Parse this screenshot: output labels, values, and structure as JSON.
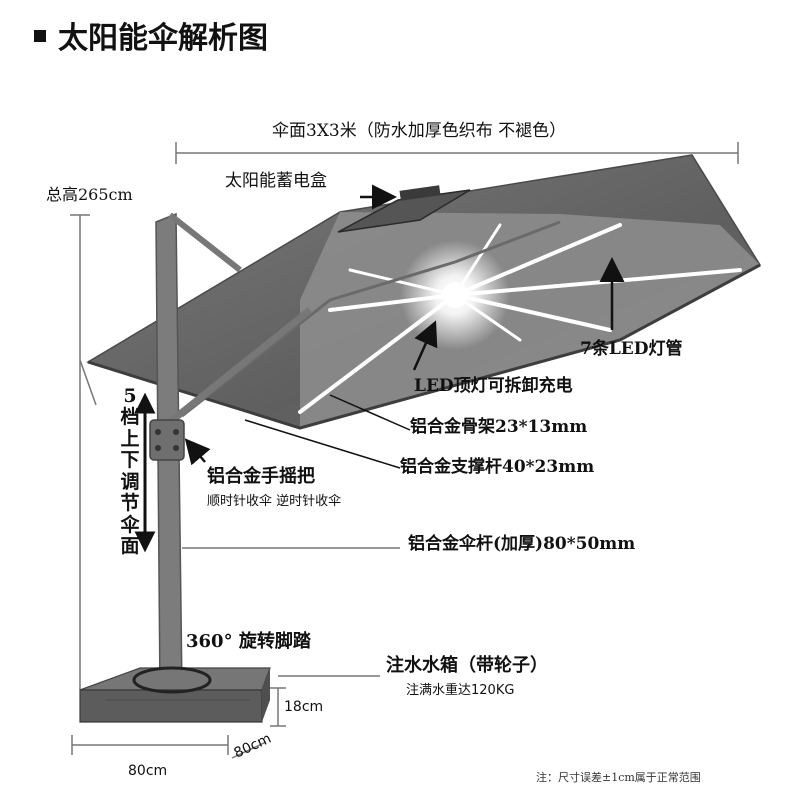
{
  "title": "太阳能伞解析图",
  "labels": {
    "canopy": "伞面3X3米（防水加厚色织布 不褪色）",
    "total_height": "总高265cm",
    "solar_box": "太阳能蓄电盒",
    "led_tubes": "7条LED灯管",
    "led_top": "LED顶灯可拆卸充电",
    "frame": "铝合金骨架23*13mm",
    "support": "铝合金支撑杆40*23mm",
    "crank": "铝合金手摇把",
    "crank_sub": "顺时针收伞 逆时针收伞",
    "adjust": "5档上下调节伞面",
    "pole": "铝合金伞杆(加厚)80*50mm",
    "rotate": "360° 旋转脚踏",
    "base": "注水水箱（带轮子）",
    "base_sub": "注满水重达120KG",
    "height_18": "18cm",
    "width_80a": "80cm",
    "width_80b": "80cm",
    "note": "注：尺寸误差±1cm属于正常范围"
  },
  "colors": {
    "canopy": "#6b6b6b",
    "canopy_under": "#8a8a8a",
    "pole": "#7d7d7d",
    "base": "#5e5e5e",
    "led": "#ffffff"
  }
}
